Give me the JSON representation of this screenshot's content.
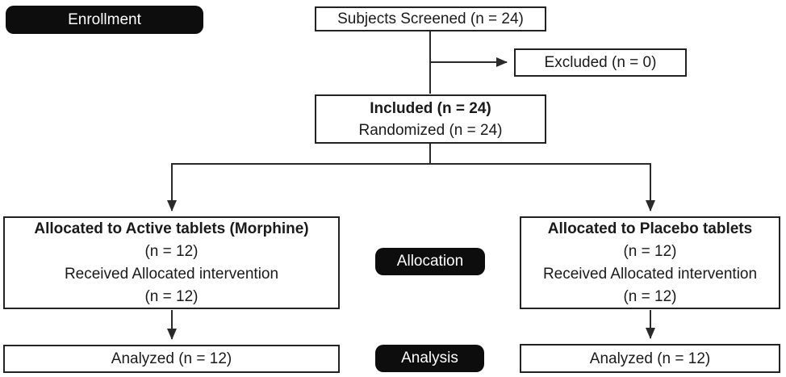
{
  "diagram": {
    "stage_labels": {
      "enrollment": "Enrollment",
      "allocation": "Allocation",
      "analysis": "Analysis"
    },
    "boxes": {
      "screened": {
        "label": "Subjects Screened (n = 24)"
      },
      "excluded": {
        "label": "Excluded (n = 0)"
      },
      "included": {
        "title": "Included (n = 24)",
        "subtitle": "Randomized (n = 24)"
      },
      "allocated_active": {
        "title": "Allocated to Active tablets (Morphine)",
        "n": "(n = 12)",
        "received": "Received Allocated intervention",
        "received_n": "(n = 12)"
      },
      "allocated_placebo": {
        "title": "Allocated to Placebo tablets",
        "n": "(n = 12)",
        "received": "Received Allocated intervention",
        "received_n": "(n = 12)"
      },
      "analyzed_active": {
        "label": "Analyzed (n = 12)"
      },
      "analyzed_placebo": {
        "label": "Analyzed (n = 12)"
      }
    },
    "colors": {
      "badge_bg": "#0d0d0d",
      "badge_text": "#ffffff",
      "box_border": "#222222",
      "box_bg": "#ffffff",
      "text": "#1a1a1a",
      "line": "#2a2a2a"
    }
  }
}
